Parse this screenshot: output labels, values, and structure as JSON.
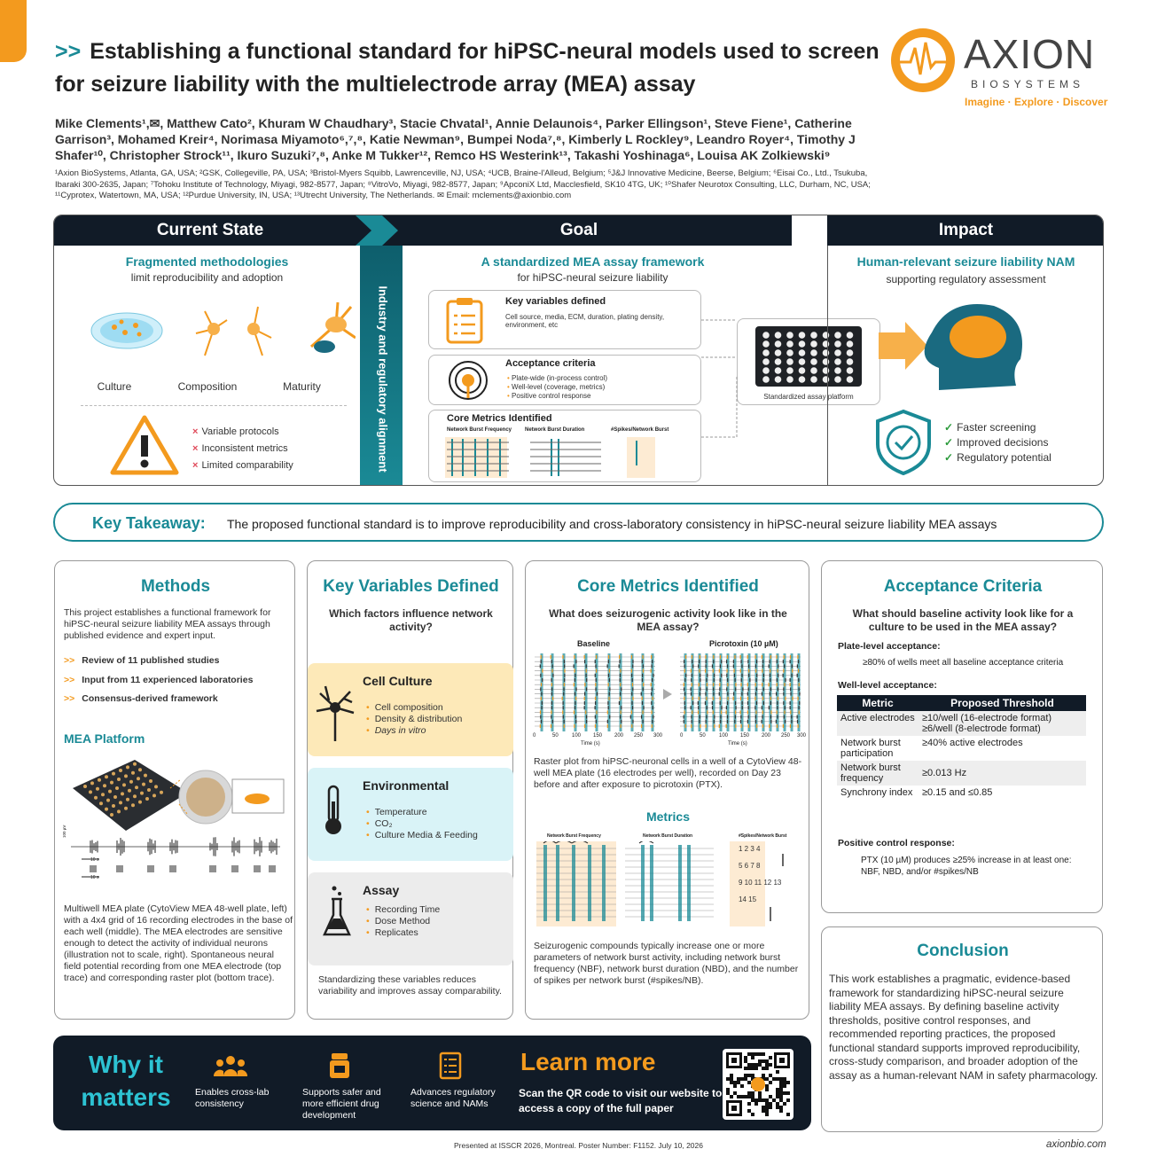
{
  "header": {
    "title_chevrons": ">>",
    "title": "Establishing a functional standard for hiPSC-neural models used to screen for seizure liability with the multielectrode array (MEA) assay",
    "logo_brand": "AXION",
    "logo_sub": "BIOSYSTEMS",
    "logo_tagline": "Imagine · Explore · Discover",
    "authors": "Mike Clements¹,✉, Matthew Cato², Khuram W Chaudhary³, Stacie Chvatal¹, Annie Delaunois⁴, Parker Ellingson¹, Steve Fiene¹, Catherine Garrison³, Mohamed Kreir⁴, Norimasa Miyamoto⁶,⁷,⁸, Katie Newman⁹, Bumpei Noda⁷,⁸, Kimberly L Rockley⁹, Leandro Royer⁴, Timothy J Shafer¹⁰, Christopher Strock¹¹, Ikuro Suzuki⁷,⁸, Anke M Tukker¹², Remco HS Westerink¹³, Takashi Yoshinaga⁶, Louisa AK Zolkiewski⁹",
    "affiliations": "¹Axion BioSystems, Atlanta, GA, USA; ²GSK, Collegeville, PA, USA; ³Bristol-Myers Squibb, Lawrenceville, NJ, USA; ⁴UCB, Braine-l'Alleud, Belgium; ⁵J&J Innovative Medicine, Beerse, Belgium; ⁶Eisai Co., Ltd., Tsukuba, Ibaraki 300-2635, Japan; ⁷Tohoku Institute of Technology, Miyagi, 982-8577, Japan; ⁸VitroVo, Miyagi, 982-8577, Japan; ⁹ApconiX Ltd, Macclesfield, SK10 4TG, UK; ¹⁰Shafer Neurotox Consulting, LLC, Durham, NC, USA; ¹¹Cyprotex, Watertown, MA, USA; ¹²Purdue University, IN, USA; ¹³Utrecht University, The Netherlands. ✉ Email: mclements@axionbio.com"
  },
  "overview": {
    "current": {
      "header": "Current State",
      "title": "Fragmented methodologies",
      "subtitle": "limit reproducibility and adoption",
      "labels": [
        "Culture",
        "Composition",
        "Maturity"
      ],
      "problems": [
        "Variable protocols",
        "Inconsistent metrics",
        "Limited comparability"
      ]
    },
    "banner": "Industry and regulatory alignment",
    "goal": {
      "header": "Goal",
      "title": "A standardized MEA assay framework",
      "subtitle": "for hiPSC-neural seizure liability",
      "kv_title": "Key variables defined",
      "kv_text": "Cell source, media, ECM, duration, plating density, environment, etc",
      "ac_title": "Acceptance criteria",
      "ac_items": [
        "Plate-wide (in-process control)",
        "Well-level (coverage, metrics)",
        "Positive control response"
      ],
      "cm_title": "Core Metrics Identified",
      "cm_labels": [
        "Network Burst Frequency",
        "Network Burst Duration",
        "#Spikes/Network Burst"
      ],
      "platform_label": "Standardized assay platform"
    },
    "impact": {
      "header": "Impact",
      "title": "Human-relevant seizure liability NAM",
      "subtitle": "supporting regulatory assessment",
      "benefits": [
        "Faster screening",
        "Improved decisions",
        "Regulatory potential"
      ]
    }
  },
  "takeaway": {
    "label": "Key Takeaway:",
    "text": "The proposed functional standard is to improve reproducibility and cross-laboratory consistency in hiPSC-neural seizure liability MEA assays"
  },
  "methods": {
    "title": "Methods",
    "intro": "This project establishes a functional framework for hiPSC-neural seizure liability MEA assays through published evidence and expert input.",
    "bullets": [
      "Review of 11 published studies",
      "Input from 11 experienced laboratories",
      "Consensus-derived framework"
    ],
    "platform_title": "MEA Platform",
    "trace_scale": "100 µV",
    "trace_time": "10 s",
    "raster_time": "10 s",
    "caption": "Multiwell MEA plate (CytoView MEA 48-well plate, left) with a 4x4 grid of 16 recording electrodes in the base of each well (middle). The MEA electrodes are sensitive enough to detect the activity of individual neurons (illustration not to scale, right). Spontaneous neural field potential recording from one MEA electrode (top trace) and corresponding raster plot (bottom trace)."
  },
  "keyvars": {
    "title": "Key Variables Defined",
    "question": "Which factors influence network activity?",
    "groups": [
      {
        "name": "Cell Culture",
        "items": [
          "Cell composition",
          "Density & distribution",
          "Days in vitro"
        ],
        "bg": "#fde9b8"
      },
      {
        "name": "Environmental",
        "items": [
          "Temperature",
          "CO₂",
          "Culture Media & Feeding"
        ],
        "bg": "#d9f3f7"
      },
      {
        "name": "Assay",
        "items": [
          "Recording Time",
          "Dose Method",
          "Replicates"
        ],
        "bg": "#ececec"
      }
    ],
    "footer": "Standardizing these variables reduces variability and improves assay comparability."
  },
  "metrics": {
    "title": "Core Metrics Identified",
    "question": "What does seizurogenic activity look like in the MEA assay?",
    "baseline": "Baseline",
    "ptx": "Picrotoxin (10 µM)",
    "ticks": [
      "0",
      "50",
      "100",
      "150",
      "200",
      "250",
      "300"
    ],
    "xlabel": "Time (s)",
    "raster_caption": "Raster plot from hiPSC-neuronal cells in a well of a CytoView 48-well MEA plate (16 electrodes per well), recorded on Day 23 before and after exposure to picrotoxin (PTX).",
    "metrics_title": "Metrics",
    "metric_labels": [
      "Network Burst Frequency",
      "Network Burst Duration",
      "#Spikes/Network Burst"
    ],
    "spike_counts": [
      "1 2 3 4",
      "5 6 7 8",
      "9 10 11 12 13",
      "14 15"
    ],
    "caption": "Seizurogenic compounds typically increase one or more parameters of network burst activity, including network burst frequency (NBF), network burst duration (NBD), and the number of spikes per network burst (#spikes/NB)."
  },
  "acceptance": {
    "title": "Acceptance Criteria",
    "question": "What should baseline activity look like for a culture to be used in the MEA assay?",
    "plate_label": "Plate-level acceptance:",
    "plate_text": "≥80% of wells meet all baseline acceptance criteria",
    "well_label": "Well-level acceptance:",
    "table_headers": [
      "Metric",
      "Proposed Threshold"
    ],
    "rows": [
      [
        "Active electrodes",
        "≥10/well (16-electrode format)\n≥6/well (8-electrode format)"
      ],
      [
        "Network burst participation",
        "≥40% active electrodes"
      ],
      [
        "Network burst frequency",
        "≥0.013 Hz"
      ],
      [
        "Synchrony index",
        "≥0.15 and ≤0.85"
      ]
    ],
    "pos_label": "Positive control response:",
    "pos_text": "PTX (10 µM) produces ≥25% increase in at least one: NBF, NBD, and/or #spikes/NB"
  },
  "conclusion": {
    "title": "Conclusion",
    "text": "This work establishes a pragmatic, evidence-based framework for standardizing hiPSC-neural seizure liability MEA assays. By defining baseline activity thresholds, positive control responses, and recommended reporting practices, the proposed functional standard supports improved reproducibility, cross-study comparison, and broader adoption of the assay as a human-relevant NAM in safety pharmacology."
  },
  "why": {
    "title_line1": "Why it",
    "title_line2": "matters",
    "items": [
      "Enables cross-lab consistency",
      "Supports safer and more efficient drug development",
      "Advances regulatory science and NAMs"
    ],
    "learn_title": "Learn more",
    "learn_text": "Scan the QR code to visit our website to access a copy of the full paper"
  },
  "footer": {
    "presented": "Presented at ISSCR 2026, Montreal. Poster Number: F1152. July 10, 2026",
    "site": "axionbio.com"
  },
  "colors": {
    "teal": "#1a8a96",
    "orange": "#f39a1e",
    "navy": "#111b27"
  }
}
